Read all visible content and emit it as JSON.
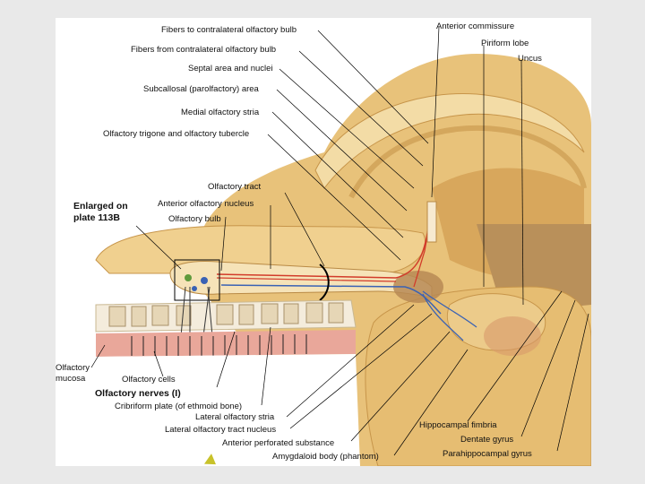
{
  "labels": {
    "fibers_to_contralateral": "Fibers to contralateral olfactory bulb",
    "fibers_from_contralateral": "Fibers from contralateral olfactory bulb",
    "septal_area": "Septal area and nuclei",
    "subcallosal": "Subcallosal (parolfactory) area",
    "medial_stria": "Medial olfactory stria",
    "trigone_tubercle": "Olfactory trigone and olfactory tubercle",
    "olfactory_tract": "Olfactory tract",
    "anterior_olfactory_nucleus": "Anterior olfactory nucleus",
    "olfactory_bulb": "Olfactory bulb",
    "enlarged_line1": "Enlarged on",
    "enlarged_line2": "plate 113B",
    "anterior_commissure": "Anterior commissure",
    "piriform_lobe": "Piriform lobe",
    "uncus": "Uncus",
    "olfactory_mucosa_line1": "Olfactory",
    "olfactory_mucosa_line2": "mucosa",
    "olfactory_cells": "Olfactory cells",
    "olfactory_nerves": "Olfactory nerves (I)",
    "cribriform_plate": "Cribriform plate (of ethmoid bone)",
    "lateral_stria": "Lateral olfactory stria",
    "lateral_tract_nucleus": "Lateral olfactory tract nucleus",
    "anterior_perforated": "Anterior perforated substance",
    "amygdaloid": "Amygdaloid body (phantom)",
    "hippocampal_fimbria": "Hippocampal fimbria",
    "dentate_gyrus": "Dentate gyrus",
    "parahippocampal_gyrus": "Parahippocampal gyrus"
  },
  "colors": {
    "brain_tan": "#e8c27a",
    "brain_light": "#f3dca6",
    "brain_shadow": "#c7954a",
    "bone": "#f4ecdc",
    "mucosa": "#e9a79a",
    "fiber_red": "#d23b2a",
    "fiber_blue": "#3a62b4",
    "cell_green": "#5f9a3c"
  }
}
